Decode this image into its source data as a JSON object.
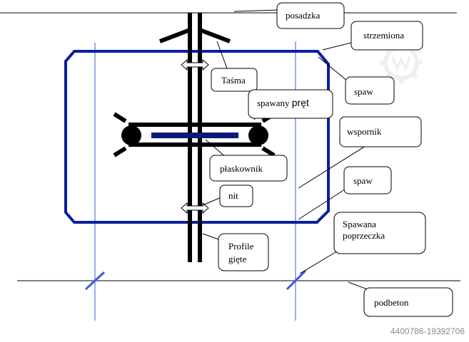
{
  "labels": {
    "posadzka": "posadzka",
    "strzemiona": "strzemiona",
    "tasma": "Taśma",
    "spaw_top": "spaw",
    "spawany_pret_1": "spawany ",
    "spawany_pret_2": "pręt",
    "wspornik": "wspornik",
    "plaskownik": "płaskownik",
    "spaw_mid": "spaw",
    "nit": "nit",
    "spawana_1": "Spawana",
    "spawana_2": "poprzeczka",
    "profile_1": "Profile",
    "profile_2": "gięte",
    "podbeton": "podbeton"
  },
  "footer": "4400786-19392706",
  "colors": {
    "frame_blue": "#0a1f9e",
    "thin_blue": "#3a5bd9",
    "bar_navy": "#0b1a7a",
    "black": "#000000",
    "watermark": "#e6e6e6"
  }
}
